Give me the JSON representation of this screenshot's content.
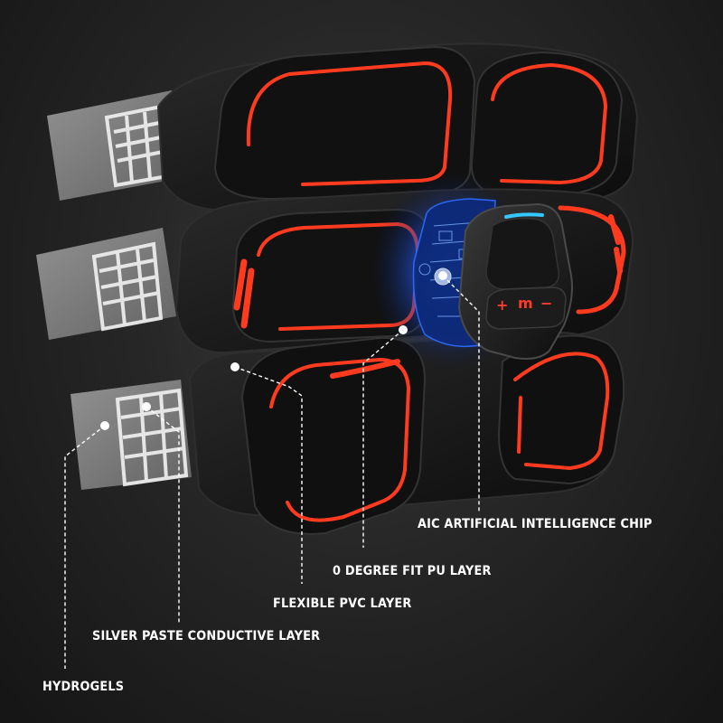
{
  "colors": {
    "accent": "#ff3b1f",
    "pad": "#151515",
    "pad_edge": "#2c2c2c",
    "hydrogel": "#8c8c8c",
    "chip_glow": "#2f6bff",
    "led": "#35c7ff",
    "text": "#ffffff"
  },
  "labels": {
    "chip": "AIC ARTIFICIAL INTELLIGENCE CHIP",
    "pu_layer": "0 DEGREE FIT PU LAYER",
    "pvc_layer": "FLEXIBLE PVC LAYER",
    "silver_layer": "SILVER PASTE CONDUCTIVE LAYER",
    "hydrogels": "HYDROGELS"
  },
  "controller": {
    "plus": "+",
    "mode": "m",
    "minus": "−"
  },
  "icons": [
    "plus-icon",
    "mode-icon",
    "minus-icon"
  ]
}
